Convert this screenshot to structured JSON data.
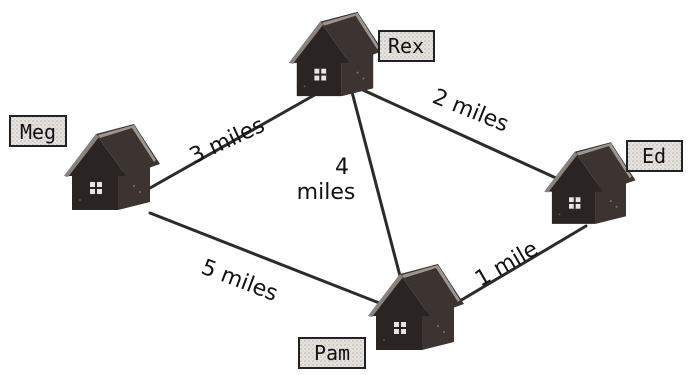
{
  "houses": [
    {
      "id": "meg",
      "name": "Meg"
    },
    {
      "id": "rex",
      "name": "Rex"
    },
    {
      "id": "ed",
      "name": "Ed"
    },
    {
      "id": "pam",
      "name": "Pam"
    }
  ],
  "roads": [
    {
      "id": "meg-rex",
      "label": "3 miles"
    },
    {
      "id": "rex-ed",
      "label": "2 miles"
    },
    {
      "id": "rex-pam",
      "label_line1": "4",
      "label_line2": "miles"
    },
    {
      "id": "meg-pam",
      "label": "5 miles"
    },
    {
      "id": "pam-ed",
      "label": "1 mile"
    }
  ],
  "colors": {
    "road": "#2b2b2b",
    "house_dark": "#2a2522",
    "house_mid": "#5a524c",
    "roof_light": "#9c9590",
    "label_box": "#e6e3df"
  }
}
